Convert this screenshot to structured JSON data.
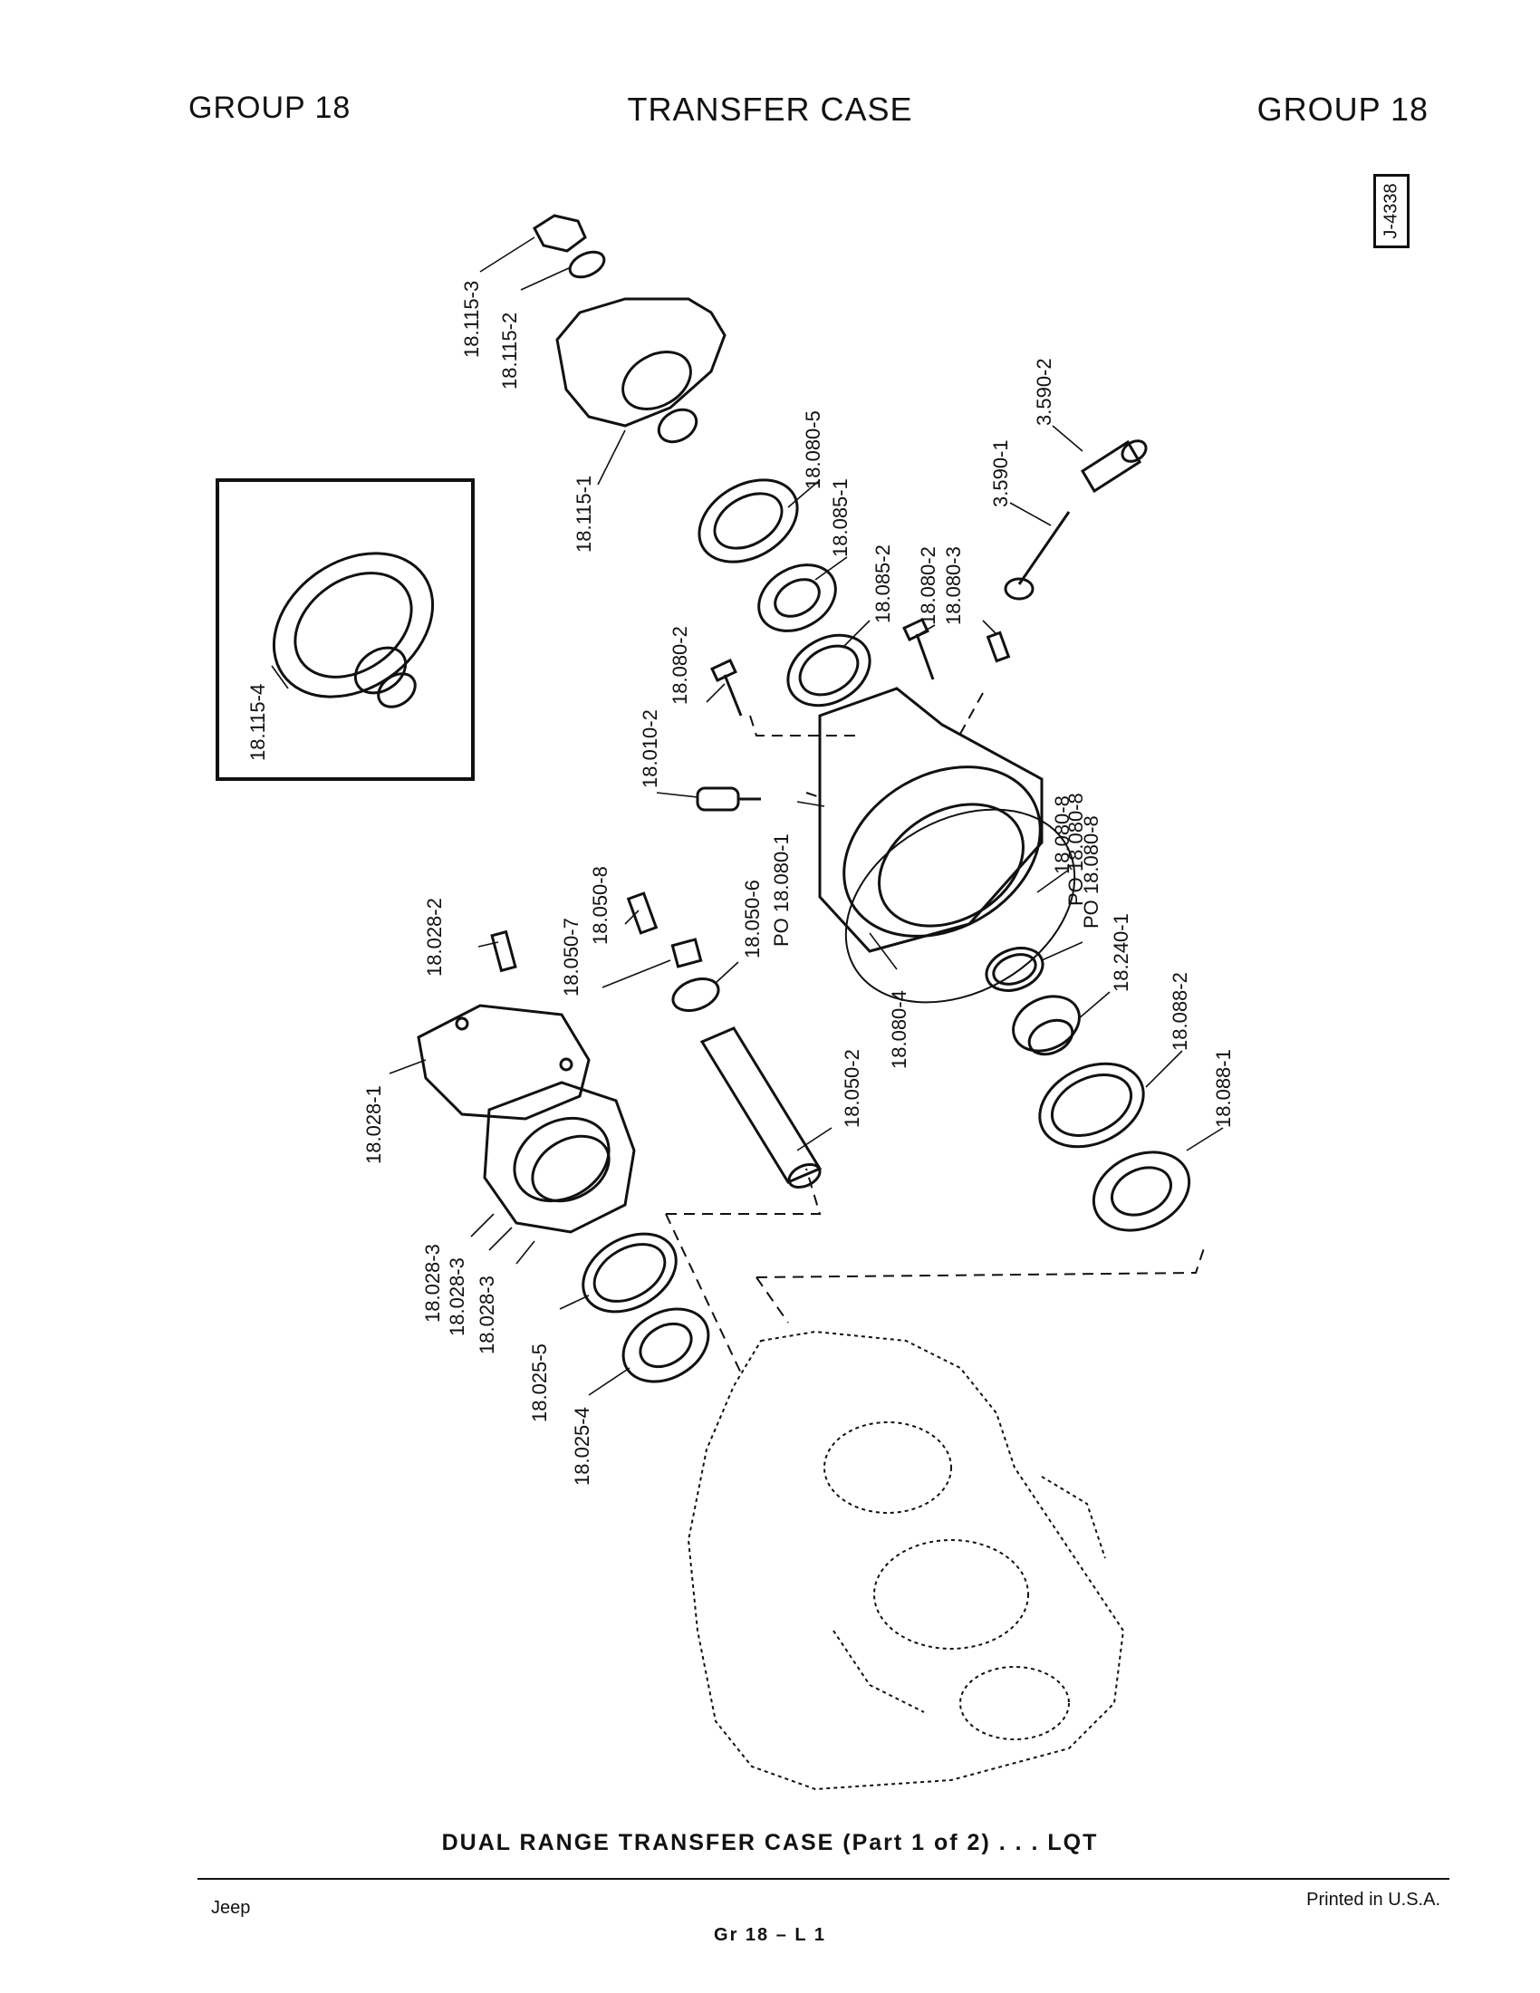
{
  "header": {
    "left": "GROUP 18",
    "center": "TRANSFER CASE",
    "right": "GROUP 18"
  },
  "figure_code": "J-4338",
  "labels": {
    "l_18_115_3": "18.115-3",
    "l_18_115_2": "18.115-2",
    "l_18_115_1": "18.115-1",
    "l_18_115_4": "18.115-4",
    "l_3_590_2": "3.590-2",
    "l_3_590_1": "3.590-1",
    "l_18_080_5": "18.080-5",
    "l_18_085_1": "18.085-1",
    "l_18_085_2": "18.085-2",
    "l_18_080_2a": "18.080-2",
    "l_18_080_3": "18.080-3",
    "l_18_080_2b": "18.080-2",
    "l_18_010_2": "18.010-2",
    "l_po_18_080_1": "PO 18.080-1",
    "l_18_080_8": "18.080-8",
    "l_po_18_080_8a": "PO 18.080-8",
    "l_po_18_080_8b": "PO 18.080-8",
    "l_18_240_1": "18.240-1",
    "l_18_028_2": "18.028-2",
    "l_18_050_8": "18.050-8",
    "l_18_050_7": "18.050-7",
    "l_18_050_6": "18.050-6",
    "l_18_080_4": "18.080-4",
    "l_18_088_2": "18.088-2",
    "l_18_088_1": "18.088-1",
    "l_18_028_1": "18.028-1",
    "l_18_050_2": "18.050-2",
    "l_18_028_3a": "18.028-3",
    "l_18_028_3b": "18.028-3",
    "l_18_028_3c": "18.028-3",
    "l_18_025_5": "18.025-5",
    "l_18_025_4": "18.025-4"
  },
  "caption": "DUAL RANGE TRANSFER CASE (Part 1 of 2) . . . LQT",
  "footer": {
    "left": "Jeep",
    "center": "Gr 18 – L 1",
    "right": "Printed in U.S.A."
  }
}
